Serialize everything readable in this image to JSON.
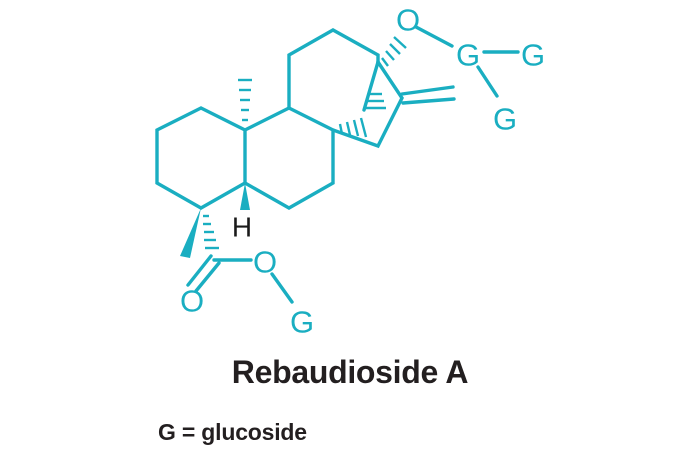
{
  "title": "Rebaudioside A",
  "legend": "G = glucoside",
  "atoms": {
    "ring_oxygen": "O",
    "ring_sugar": "G",
    "branch_sugar_right": "G",
    "branch_sugar_down": "G",
    "stereo_hydrogen": "H",
    "carbonyl_oxygen": "O",
    "ester_oxygen": "O",
    "ester_sugar": "G"
  },
  "colors": {
    "structure": "#1aaec1",
    "text": "#231f20"
  }
}
